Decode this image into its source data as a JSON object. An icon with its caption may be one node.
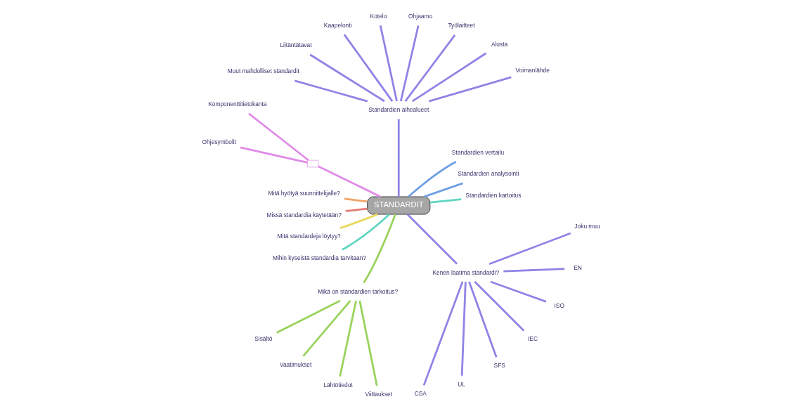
{
  "diagram": {
    "nodes": [
      {
        "text": [
          "STANDARDIT"
        ]
      },
      {
        "text": [
          "Standardien kartoitus"
        ]
      },
      {
        "text": [
          "Standardien analysointi"
        ]
      },
      {
        "text": [
          "Standardien vertailu"
        ]
      },
      {
        "text": [
          "Standardien aihealueet"
        ]
      },
      {
        "text": [
          "Voimanlähde"
        ]
      },
      {
        "text": [
          "Alusta"
        ]
      },
      {
        "text": [
          "Työlaitteet"
        ]
      },
      {
        "text": [
          "Ohjaamo"
        ]
      },
      {
        "text": [
          "Kotelo"
        ]
      },
      {
        "text": [
          "Kaapelonti"
        ]
      },
      {
        "text": [
          "Liitäntätavat"
        ]
      },
      {
        "text": [
          "Muut mahdolliset standardit"
        ]
      },
      {
        "text": [],
        "shape": "box"
      },
      {
        "text": [
          "Komponenttitietokanta"
        ]
      },
      {
        "text": [
          "Ohjesymbolit"
        ]
      },
      {
        "text": [
          "Mitä hyötyä suunnittelijalle?"
        ]
      },
      {
        "text": [
          "Missä standardia käytetään?"
        ]
      },
      {
        "text": [
          "Mitä standardeja löytyy?"
        ]
      },
      {
        "text": [
          "Mihin kyseistä standardia tarvitaan?"
        ]
      },
      {
        "text": [
          "Mikä on standardien tarkoitus?"
        ]
      },
      {
        "text": [
          "Sisältö"
        ]
      },
      {
        "text": [
          "Vaatimukset"
        ]
      },
      {
        "text": [
          "Lähtötiedot"
        ]
      },
      {
        "text": [
          "Viittaukset"
        ]
      },
      {
        "text": [
          "Kenen laatima standardi?"
        ]
      },
      {
        "text": [
          "CSA"
        ]
      },
      {
        "text": [
          "UL"
        ]
      },
      {
        "text": [
          "SFS"
        ]
      },
      {
        "text": [
          "IEC"
        ]
      },
      {
        "text": [
          "ISO"
        ]
      },
      {
        "text": [
          "EN"
        ]
      },
      {
        "text": [
          "Joku muu"
        ]
      }
    ],
    "edges": [
      {
        "from": 0,
        "to": 1,
        "arrow": "none",
        "color": "#5fd6c2"
      },
      {
        "from": 0,
        "to": 2,
        "arrow": "none",
        "color": "#6f9fe3"
      },
      {
        "from": 0,
        "to": 3,
        "arrow": "none",
        "color": "#6f9fe3"
      },
      {
        "from": 0,
        "to": 4,
        "arrow": "none",
        "color": "#8f84e6"
      },
      {
        "from": 4,
        "to": 5,
        "arrow": "none",
        "color": "#8f84e6"
      },
      {
        "from": 4,
        "to": 6,
        "arrow": "none",
        "color": "#8f84e6"
      },
      {
        "from": 4,
        "to": 7,
        "arrow": "none",
        "color": "#8f84e6"
      },
      {
        "from": 4,
        "to": 8,
        "arrow": "none",
        "color": "#8f84e6"
      },
      {
        "from": 4,
        "to": 9,
        "arrow": "none",
        "color": "#8f84e6"
      },
      {
        "from": 4,
        "to": 10,
        "arrow": "none",
        "color": "#8f84e6"
      },
      {
        "from": 4,
        "to": 11,
        "arrow": "none",
        "color": "#8f84e6"
      },
      {
        "from": 4,
        "to": 12,
        "arrow": "none",
        "color": "#8f84e6"
      },
      {
        "from": 0,
        "to": 13,
        "arrow": "none",
        "color": "#e08be8"
      },
      {
        "from": 13,
        "to": 14,
        "arrow": "none",
        "color": "#e08be8"
      },
      {
        "from": 13,
        "to": 15,
        "arrow": "none",
        "color": "#e08be8"
      },
      {
        "from": 0,
        "to": 16,
        "arrow": "none",
        "color": "#f0a46a"
      },
      {
        "from": 0,
        "to": 17,
        "arrow": "none",
        "color": "#e47b74"
      },
      {
        "from": 0,
        "to": 18,
        "arrow": "none",
        "color": "#e8d75e"
      },
      {
        "from": 0,
        "to": 19,
        "arrow": "none",
        "color": "#5fd6c2"
      },
      {
        "from": 0,
        "to": 20,
        "arrow": "none",
        "color": "#9ad35c"
      },
      {
        "from": 20,
        "to": 21,
        "arrow": "none",
        "color": "#9ad35c"
      },
      {
        "from": 20,
        "to": 22,
        "arrow": "none",
        "color": "#9ad35c"
      },
      {
        "from": 20,
        "to": 23,
        "arrow": "none",
        "color": "#9ad35c"
      },
      {
        "from": 20,
        "to": 24,
        "arrow": "none",
        "color": "#9ad35c"
      },
      {
        "from": 0,
        "to": 25,
        "arrow": "none",
        "color": "#8f84e6"
      },
      {
        "from": 25,
        "to": 26,
        "arrow": "none",
        "color": "#8f84e6"
      },
      {
        "from": 25,
        "to": 27,
        "arrow": "none",
        "color": "#8f84e6"
      },
      {
        "from": 25,
        "to": 28,
        "arrow": "none",
        "color": "#8f84e6"
      },
      {
        "from": 25,
        "to": 29,
        "arrow": "none",
        "color": "#8f84e6"
      },
      {
        "from": 25,
        "to": 30,
        "arrow": "none",
        "color": "#8f84e6"
      },
      {
        "from": 25,
        "to": 31,
        "arrow": "none",
        "color": "#8f84e6"
      },
      {
        "from": 25,
        "to": 32,
        "arrow": "none",
        "color": "#8f84e6"
      }
    ]
  }
}
